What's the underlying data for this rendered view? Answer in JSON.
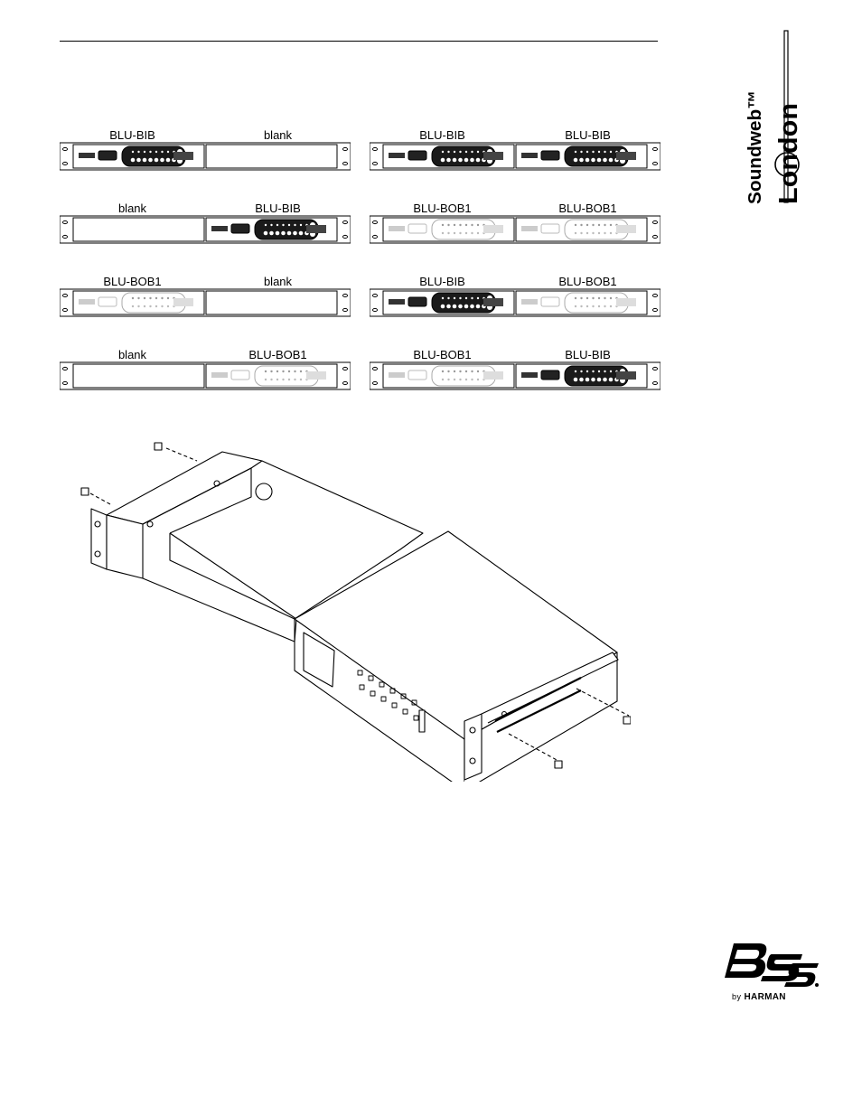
{
  "rack_configs": [
    {
      "left": "BLU-BIB",
      "right": "blank"
    },
    {
      "left": "BLU-BIB",
      "right": "BLU-BIB"
    },
    {
      "left": "blank",
      "right": "BLU-BIB"
    },
    {
      "left": "BLU-BOB1",
      "right": "BLU-BOB1"
    },
    {
      "left": "BLU-BOB1",
      "right": "blank"
    },
    {
      "left": "BLU-BIB",
      "right": "BLU-BOB1"
    },
    {
      "left": "blank",
      "right": "BLU-BOB1"
    },
    {
      "left": "BLU-BOB1",
      "right": "BLU-BIB"
    }
  ],
  "brand": {
    "product": "Soundweb™",
    "product_line": "London"
  },
  "manufacturer": {
    "logo": "BSS",
    "by": "by",
    "parent": "HARMAN"
  }
}
